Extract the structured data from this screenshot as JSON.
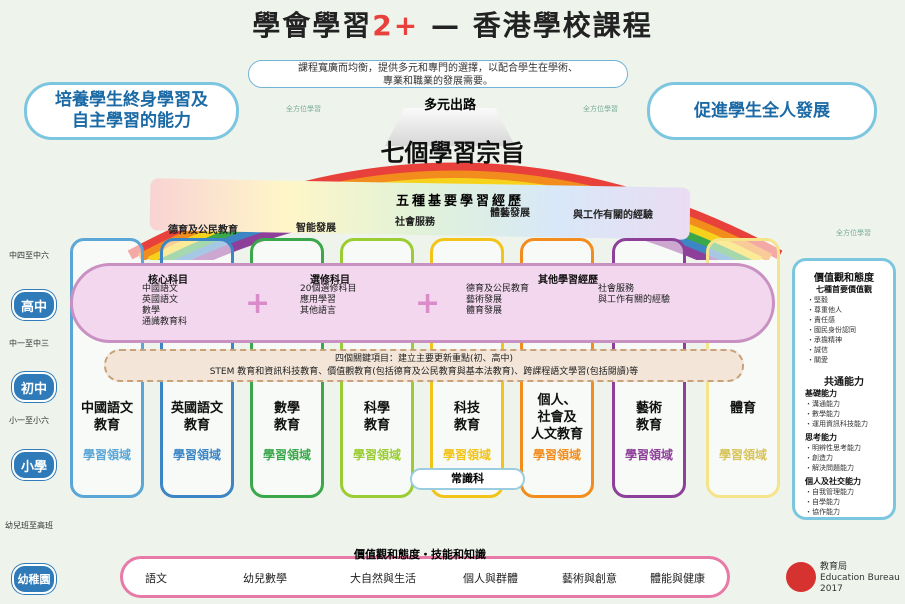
{
  "title": {
    "pre": "學會學習",
    "red": "2+",
    "post": " — 香港學校課程"
  },
  "subtitle": "課程寬廣而均衡，提供多元和專門的選擇，以配合學生在學術、\n專業和職業的發展需要。",
  "goals": {
    "left": "培養學生終身學習及\n自主學習的能力",
    "right": "促進學生全人發展"
  },
  "diverse_paths": "多元出路",
  "seven_aims": "七個學習宗旨",
  "five_exp": {
    "title": "五種基要學習經歷",
    "items": [
      "德育及公民教育",
      "智能發展",
      "社會服務",
      "體藝發展",
      "與工作有關的經驗"
    ]
  },
  "stages": [
    {
      "range": "中四至中六",
      "name": "高中"
    },
    {
      "range": "中一至中三",
      "name": "初中"
    },
    {
      "range": "小一至小六",
      "name": "小學"
    },
    {
      "range": "幼兒班至高班",
      "name": "幼稚園"
    }
  ],
  "kla": [
    {
      "name": "中國語文\n教育",
      "area": "學習領域",
      "color": "#5aa6d6"
    },
    {
      "name": "英國語文\n教育",
      "area": "學習領域",
      "color": "#3c86c6"
    },
    {
      "name": "數學\n教育",
      "area": "學習領域",
      "color": "#3aa84a"
    },
    {
      "name": "科學\n教育",
      "area": "學習領域",
      "color": "#9acd32"
    },
    {
      "name": "科技\n教育",
      "area": "學習領域",
      "color": "#f2c318"
    },
    {
      "name": "個人、\n社會及\n人文教育",
      "area": "學習領域",
      "color": "#f28c1c"
    },
    {
      "name": "藝術\n教育",
      "area": "學習領域",
      "color": "#8e3f9a"
    },
    {
      "name": "體育",
      "area": "學習領域",
      "color": "#f6e48a"
    }
  ],
  "senior": {
    "core": {
      "heading": "核心科目",
      "items": "中國語文\n英國語文\n數學\n通識教育科"
    },
    "elective": {
      "heading": "選修科目",
      "items": "20個選修科目\n應用學習\n其他語言"
    },
    "ole": {
      "heading": "其他學習經歷",
      "items_a": "德育及公民教育\n藝術發展\n體育發展",
      "items_b": "社會服務\n與工作有關的經驗"
    }
  },
  "key_tasks": {
    "line1": "四個關鍵項目：建立主要更新重點(初、高中)",
    "line2": "STEM 教育和資訊科技教育、價值觀教育(包括德育及公民教育與基本法教育)、跨課程語文學習(包括閱讀)等"
  },
  "general_studies": "常識科",
  "kindergarten": {
    "bar": "價值觀和態度・技能和知識",
    "items": [
      "語文",
      "幼兒數學",
      "大自然與生活",
      "個人與群體",
      "藝術與創意",
      "體能與健康"
    ]
  },
  "right_panel": {
    "values_title": "價值觀和態度",
    "values_sub": "七種首要價值觀",
    "values": [
      "堅毅",
      "尊重他人",
      "責任感",
      "國民身份認同",
      "承擔精神",
      "誠信",
      "關愛"
    ],
    "generic_title": "共通能力",
    "basic_title": "基礎能力",
    "basic": [
      "溝通能力",
      "數學能力",
      "運用資訊科技能力"
    ],
    "thinking_title": "思考能力",
    "thinking": [
      "明辨性思考能力",
      "創造力",
      "解決問題能力"
    ],
    "social_title": "個人及社交能力",
    "social": [
      "自我管理能力",
      "自學能力",
      "協作能力"
    ]
  },
  "edb": "教育局\nEducation Bureau\n2017",
  "banner_small": [
    "全方位學習",
    "全方位學習",
    "全方位學習"
  ]
}
